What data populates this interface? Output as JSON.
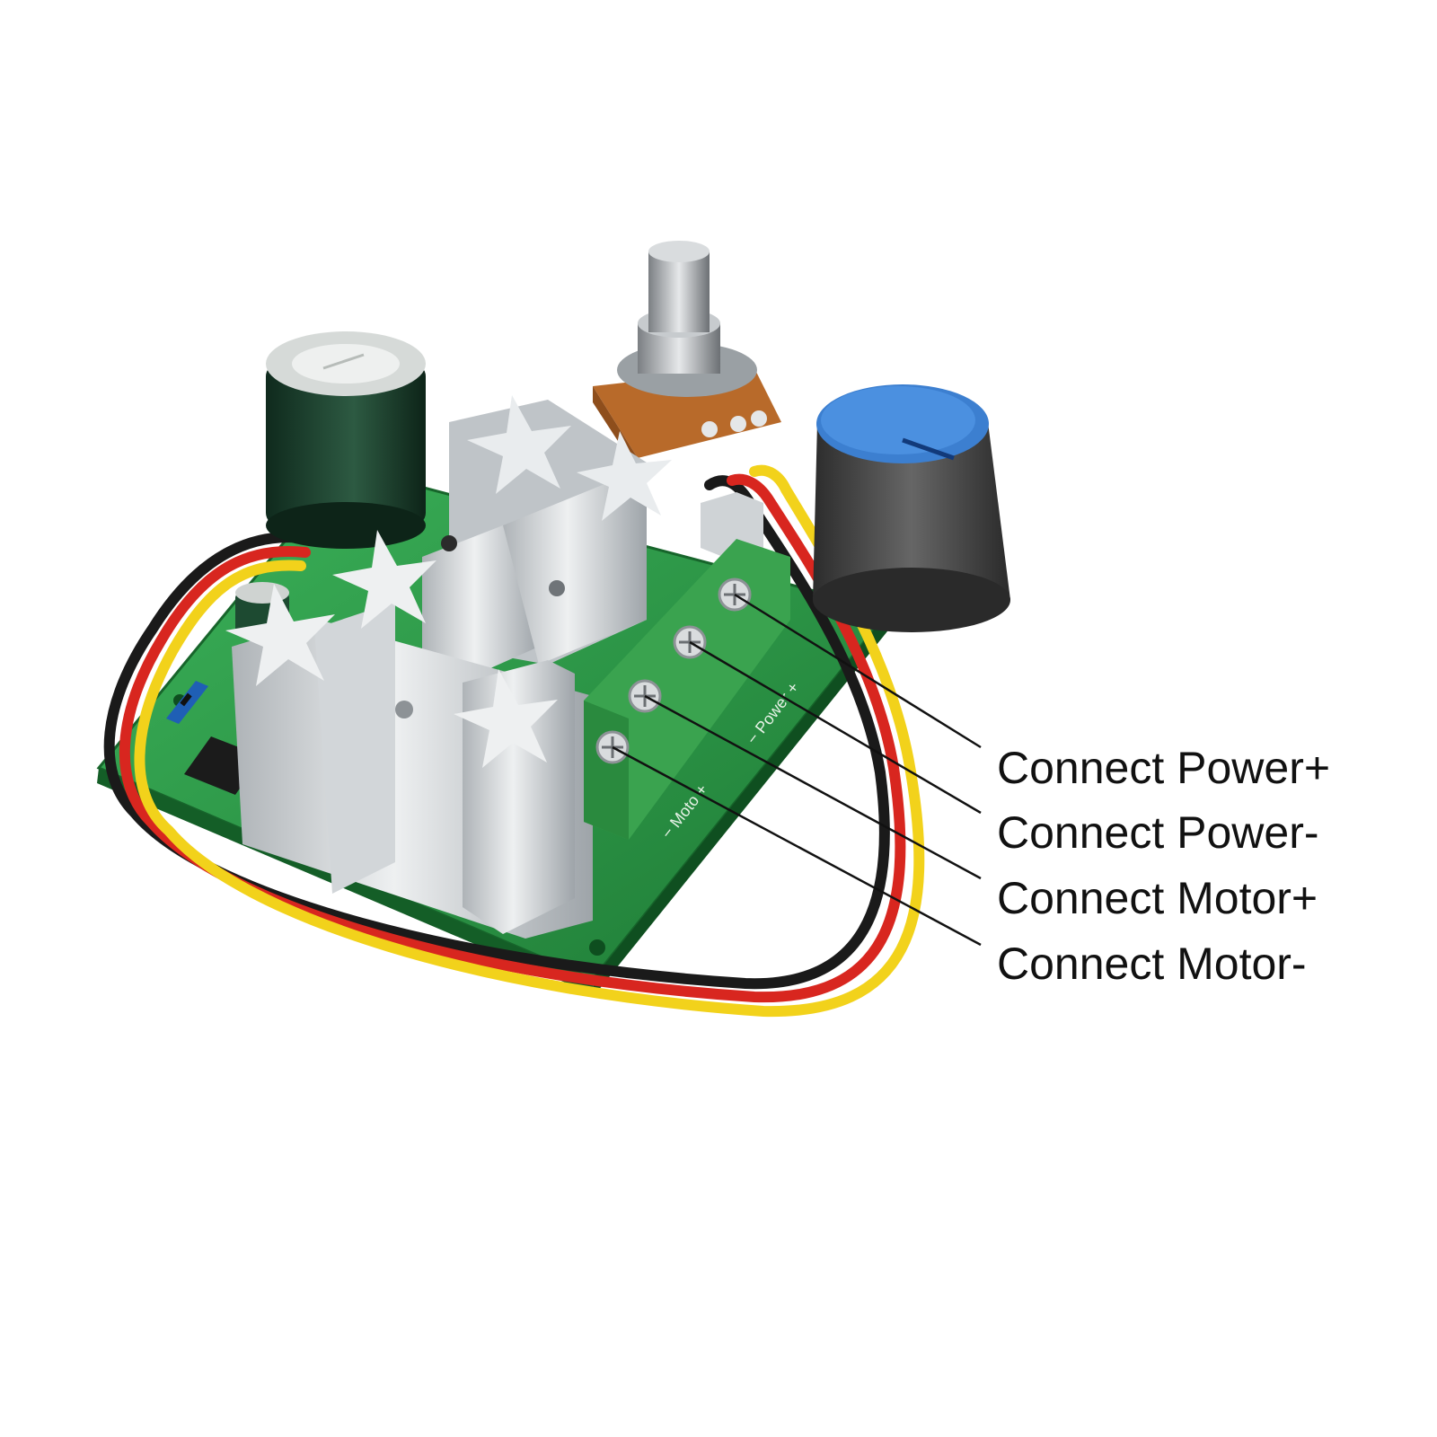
{
  "image": {
    "subject": "PWM DC motor speed controller board",
    "colors": {
      "background": "#ffffff",
      "pcb": "#2f9a4a",
      "pcb_dark": "#1f7a36",
      "heatsink": "#cfd3d6",
      "terminal": "#3aa34f",
      "knob_cap": "#3f88d8",
      "knob_body": "#4a4a4a",
      "capacitor": "#1d3d2c",
      "wire_black": "#1a1a1a",
      "wire_red": "#d8261f",
      "wire_yellow": "#f2d21b",
      "text": "#111111"
    },
    "icons": [
      "screw-terminal-icon",
      "heatsink-icon",
      "capacitor-icon",
      "potentiometer-icon",
      "knob-icon"
    ]
  },
  "board": {
    "silkscreen": {
      "power": "− Power +",
      "motor": "− Moto +"
    }
  },
  "callouts": [
    {
      "text": "Connect Power+"
    },
    {
      "text": "Connect Power-"
    },
    {
      "text": "Connect Motor+"
    },
    {
      "text": "Connect Motor-"
    }
  ]
}
